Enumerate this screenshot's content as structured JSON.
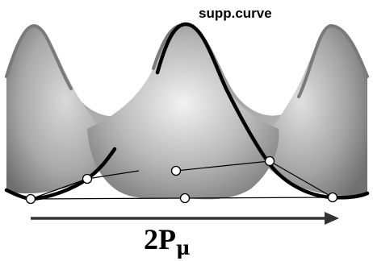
{
  "labels": {
    "support_curve": "supp.curve",
    "period_main": "2P",
    "period_sub": "μ"
  },
  "colors": {
    "surface_light": "#e6e6e6",
    "surface_mid": "#a8a8a8",
    "surface_dark": "#6e6e6e",
    "support_curve": "#000000",
    "grey_ridge": "#777777",
    "arrow": "#333333"
  }
}
